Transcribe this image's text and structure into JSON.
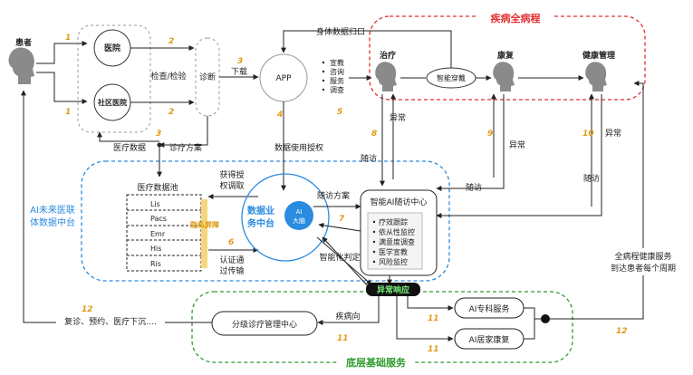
{
  "nodes": {
    "patient": "患者",
    "hospital": "医院",
    "community_hospital": "社区医院",
    "diagnosis": "诊断",
    "app": "APP",
    "treatment": "治疗",
    "rehab": "康复",
    "health_mgmt": "健康管理",
    "smart_wear": "智能穿戴",
    "ai_brain_line1": "AI",
    "ai_brain_line2": "大脑",
    "data_biz_line1": "数据业",
    "data_biz_line2": "务中台",
    "medical_data_pool": "医疗数据池",
    "ai_followup_center": "智能AI随访中心",
    "abnormal_response": "异常响应",
    "ai_specialist": "AI专科服务",
    "ai_home_rehab": "AI居家康复",
    "tiered_center": "分级诊疗管理中心",
    "privacy_shield": "隐私屏障"
  },
  "region_titles": {
    "full_course": "疾病全病程",
    "future_platform_line1": "AI未来医联",
    "future_platform_line2": "体数据中台",
    "bottom_services": "底层基础服务"
  },
  "app_services": [
    "宣教",
    "咨询",
    "服务",
    "调查"
  ],
  "data_pool_items": [
    "Lis",
    "Pacs",
    "Emr",
    "His",
    "Ris"
  ],
  "followup_items": [
    "疗效跟踪",
    "依从性监控",
    "满意度调查",
    "医学宣教",
    "风险监控"
  ],
  "labels": {
    "check_test": "检查/检验",
    "download": "下载",
    "body_data_return": "身体数据归口",
    "medical_data": "医疗数据",
    "treatment_plan": "诊疗方案",
    "data_use_auth": "数据使用授权",
    "abnormal_1": "异常",
    "abnormal_2": "异常",
    "abnormal_3": "异常",
    "followup_1": "随访",
    "followup_2": "随访",
    "followup_3": "随访",
    "followup_plan": "随访方案",
    "get_auth_line1": "获得授",
    "get_auth_line2": "权调取",
    "auth_line1": "认证通",
    "auth_line2": "过传输",
    "smart_judge": "智能化判定",
    "disease_direction": "疾病向",
    "revisit": "复诊、预约、医疗下沉….",
    "full_health_line1": "全病程健康服务",
    "full_health_line2": "到达患者每个周期"
  },
  "step_numbers": [
    "1",
    "1",
    "2",
    "2",
    "3",
    "3",
    "4",
    "5",
    "6",
    "7",
    "8",
    "9",
    "10",
    "11",
    "11",
    "11",
    "12",
    "12"
  ],
  "colors": {
    "blue": "#2a8be0",
    "red": "#e03030",
    "green": "#2f9c2f",
    "orange_number": "#e09a18"
  }
}
